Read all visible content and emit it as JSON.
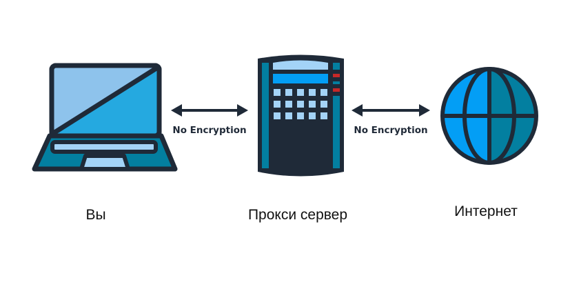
{
  "nodes": [
    {
      "label": "Вы",
      "icon": "laptop-icon"
    },
    {
      "label": "Прокси сервер",
      "icon": "server-icon"
    },
    {
      "label": "Интернет",
      "icon": "globe-icon"
    }
  ],
  "links": [
    {
      "label": "No Encryption",
      "icon": "double-arrow-icon"
    },
    {
      "label": "No Encryption",
      "icon": "double-arrow-icon"
    }
  ],
  "colors": {
    "outline": "#1f2a38",
    "light_blue": "#a3d3f7",
    "sky": "#25a9e0",
    "bright": "#039ef5",
    "teal": "#037fa0",
    "red": "#c62828"
  }
}
